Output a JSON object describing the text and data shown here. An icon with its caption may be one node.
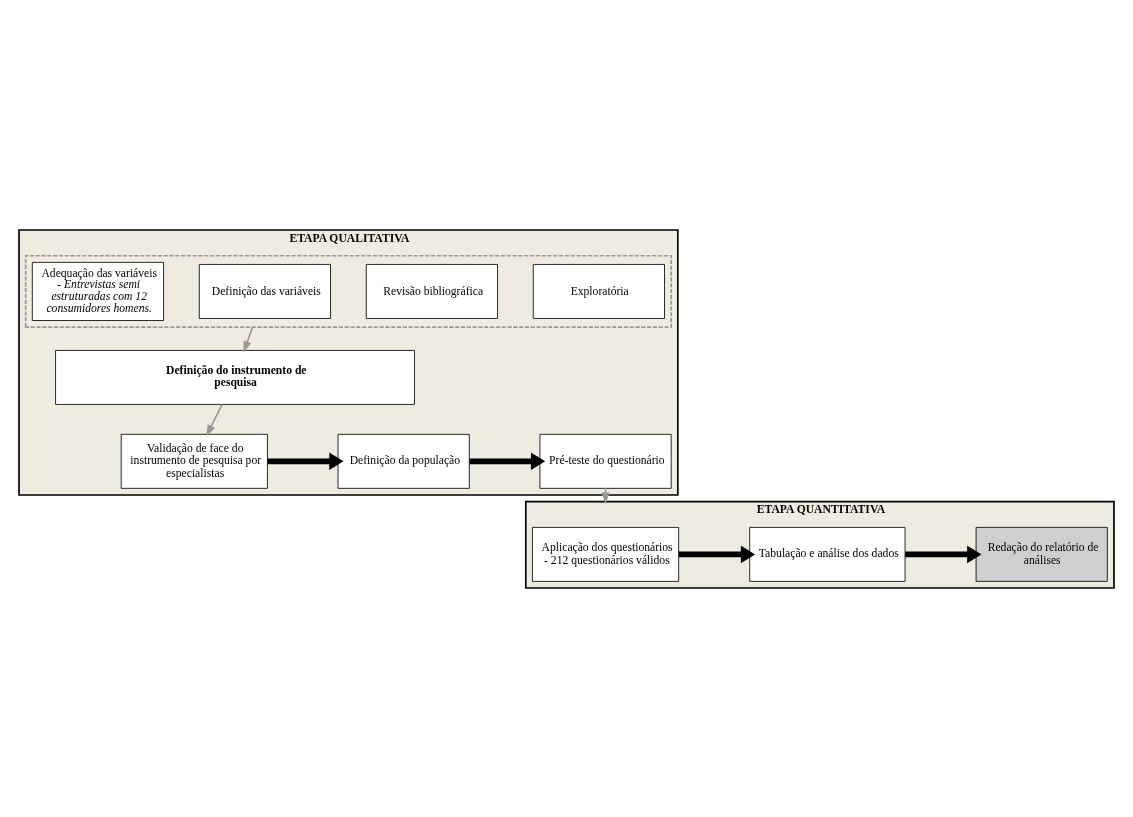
{
  "diagram": {
    "nodes": [
      {
        "text": [
          "ETAPA QUALITATIVA"
        ]
      },
      {
        "text": [],
        "shape": "box",
        "in": 0
      },
      {
        "text": [
          "Exploratória"
        ],
        "in": 1
      },
      {
        "text": [
          "Revisão bibliográfica"
        ],
        "in": 1
      },
      {
        "text": [
          "Definição das variáveis"
        ],
        "in": 1
      },
      {
        "text": [
          "Adequação das variáveis",
          "- Entrevistas semi estruturadas com 12 consumidores homens."
        ],
        "in": 1
      },
      {
        "text": [
          "Definição do instrumento de pesquisa"
        ],
        "in": 0
      },
      {
        "text": [
          "Validação de face do instrumento de pesquisa por especialistas"
        ],
        "in": 0
      },
      {
        "text": [
          "Definição da população"
        ],
        "in": 0
      },
      {
        "text": [
          "Pré-teste do questionário"
        ],
        "in": 0
      },
      {
        "text": [
          "ETAPA QUANTITATIVA"
        ]
      },
      {
        "text": [
          "Aplicação dos questionários",
          "- 212 questionários válidos"
        ],
        "in": 10
      },
      {
        "text": [
          "Tabulação e análise dos dados"
        ],
        "in": 10
      },
      {
        "text": [
          "Redação do relatório de análises"
        ],
        "in": 10
      }
    ],
    "edges": [
      {
        "from": 1,
        "to": 6,
        "arrow": "to",
        "color": "#999999"
      },
      {
        "from": 6,
        "to": 7,
        "arrow": "to",
        "color": "#999999"
      },
      {
        "from": 7,
        "to": 8,
        "arrow": "to"
      },
      {
        "from": 8,
        "to": 9,
        "arrow": "to"
      },
      {
        "from": 9,
        "to": 10,
        "arrow": "to",
        "color": "#999999"
      },
      {
        "from": 11,
        "to": 12,
        "arrow": "to"
      },
      {
        "from": 12,
        "to": 13,
        "arrow": "to"
      }
    ]
  }
}
